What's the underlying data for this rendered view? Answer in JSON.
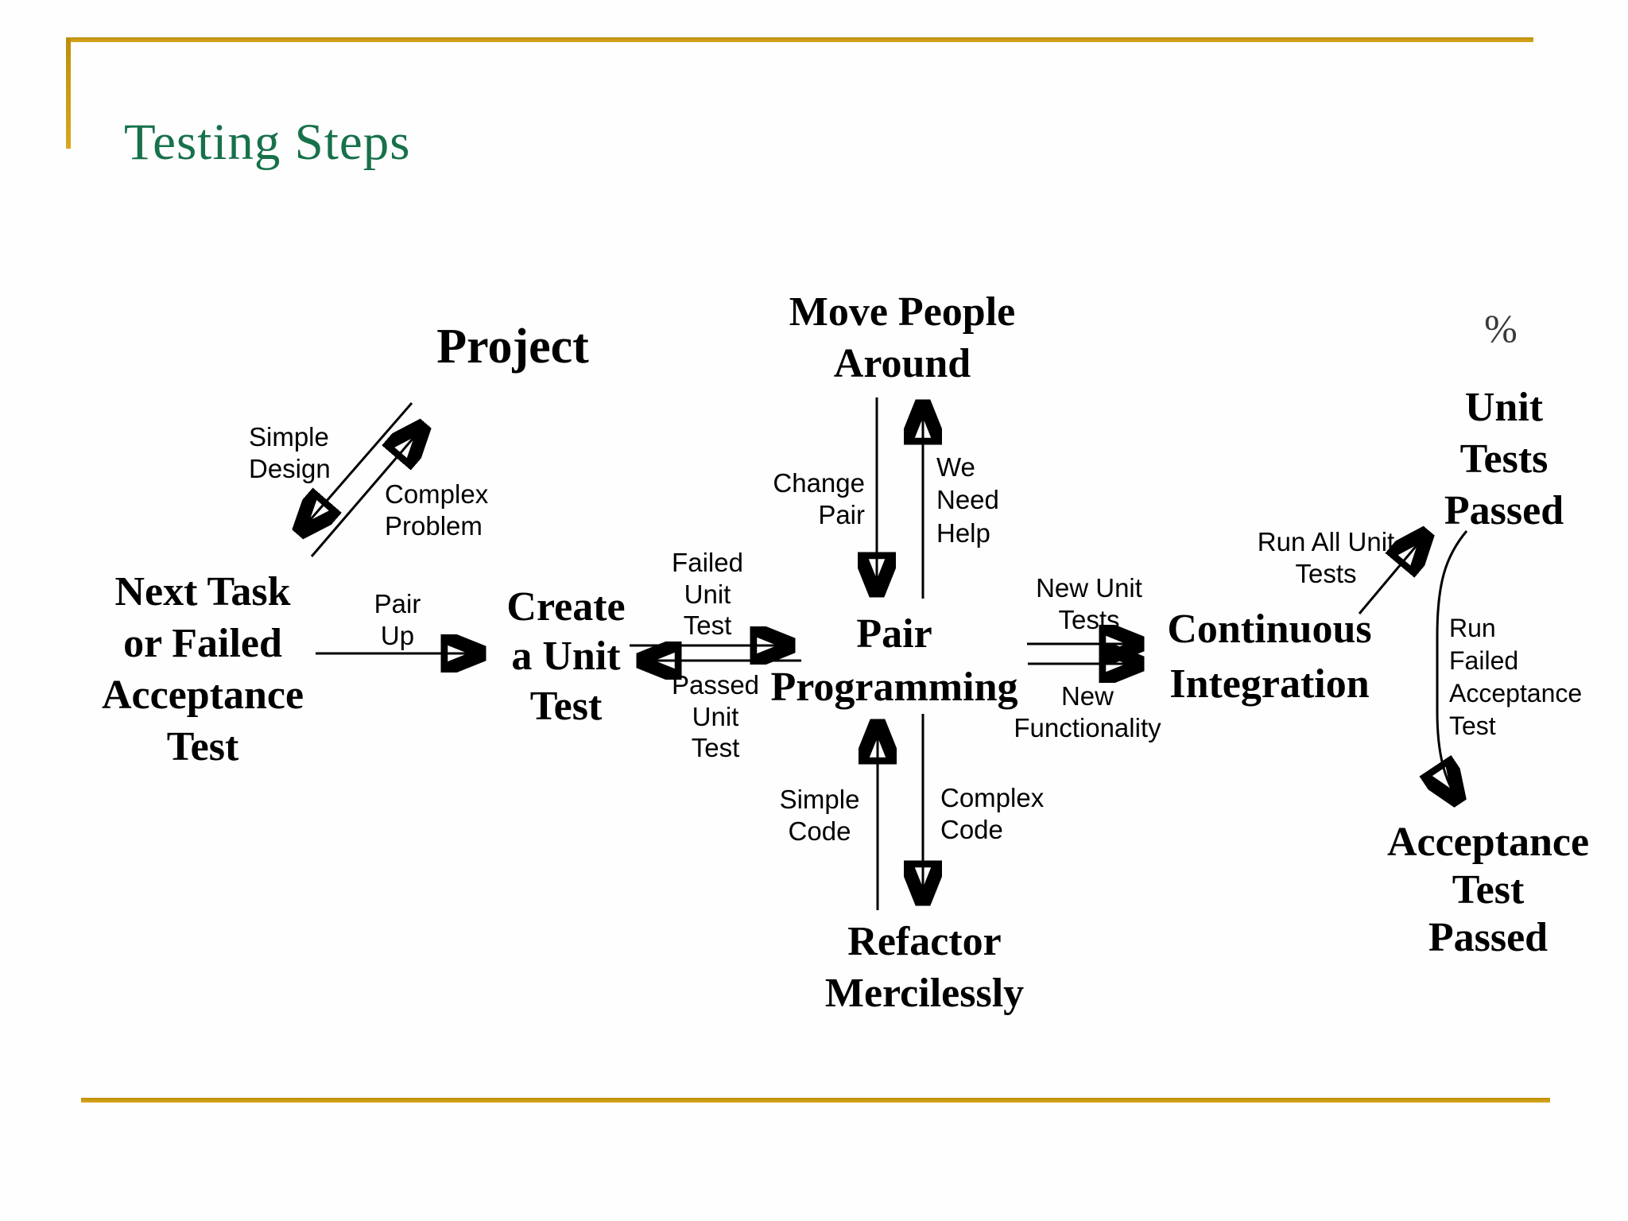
{
  "slide": {
    "title": "Testing Steps",
    "colors": {
      "title_green": "#17714A",
      "accent_gold": "#C7940E",
      "diagram_black": "#000000",
      "background": "#FEFEFE"
    }
  },
  "diagram": {
    "nodes": {
      "project": {
        "label": "Project"
      },
      "next_task": {
        "label": "Next Task\nor Failed\nAcceptance\nTest"
      },
      "create_unit_test": {
        "label": "Create\na Unit\nTest"
      },
      "pair_programming": {
        "label": "Pair\nProgramming"
      },
      "move_people_around": {
        "label": "Move People\nAround"
      },
      "refactor_mercilessly": {
        "label": "Refactor\nMercilessly"
      },
      "continuous_integration": {
        "label": "Continuous\nIntegration"
      },
      "percent": {
        "label": "%"
      },
      "unit_tests_passed": {
        "label": "Unit\nTests\nPassed"
      },
      "acceptance_test_passed": {
        "label": "Acceptance\nTest\nPassed"
      }
    },
    "edges": {
      "simple_design": {
        "label": "Simple\nDesign"
      },
      "complex_problem": {
        "label": "Complex\nProblem"
      },
      "pair_up": {
        "label": "Pair\nUp"
      },
      "failed_unit_test": {
        "label": "Failed\nUnit\nTest"
      },
      "passed_unit_test": {
        "label": "Passed\nUnit\nTest"
      },
      "change_pair": {
        "label": "Change\nPair"
      },
      "we_need_help": {
        "label": "We\nNeed\nHelp"
      },
      "new_unit_tests": {
        "label": "New Unit\nTests"
      },
      "new_functionality": {
        "label": "New\nFunctionality"
      },
      "simple_code": {
        "label": "Simple\nCode"
      },
      "complex_code": {
        "label": "Complex\nCode"
      },
      "run_all_unit_tests": {
        "label": "Run All Unit\nTests"
      },
      "run_failed_acceptance_test": {
        "label": "Run\nFailed\nAcceptance\nTest"
      }
    }
  }
}
